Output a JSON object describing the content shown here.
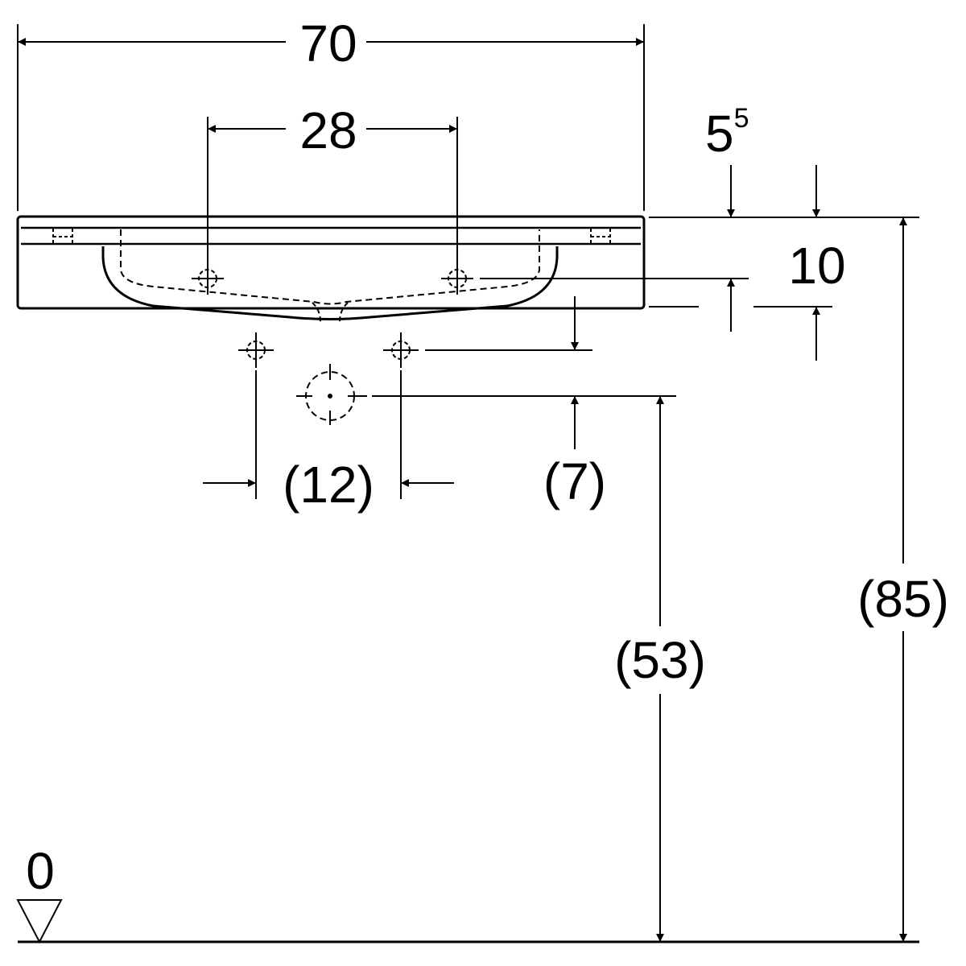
{
  "dimensions": {
    "overall_width": "70",
    "tap_hole_spacing": "28",
    "rim_thickness_base": "5",
    "rim_thickness_sup": "5",
    "basin_depth": "10",
    "supply_spacing": "(12)",
    "supply_offset": "(7)",
    "waste_height": "(53)",
    "rim_height": "(85)",
    "floor_level": "0"
  },
  "colors": {
    "line": "#000000",
    "background": "#ffffff"
  }
}
